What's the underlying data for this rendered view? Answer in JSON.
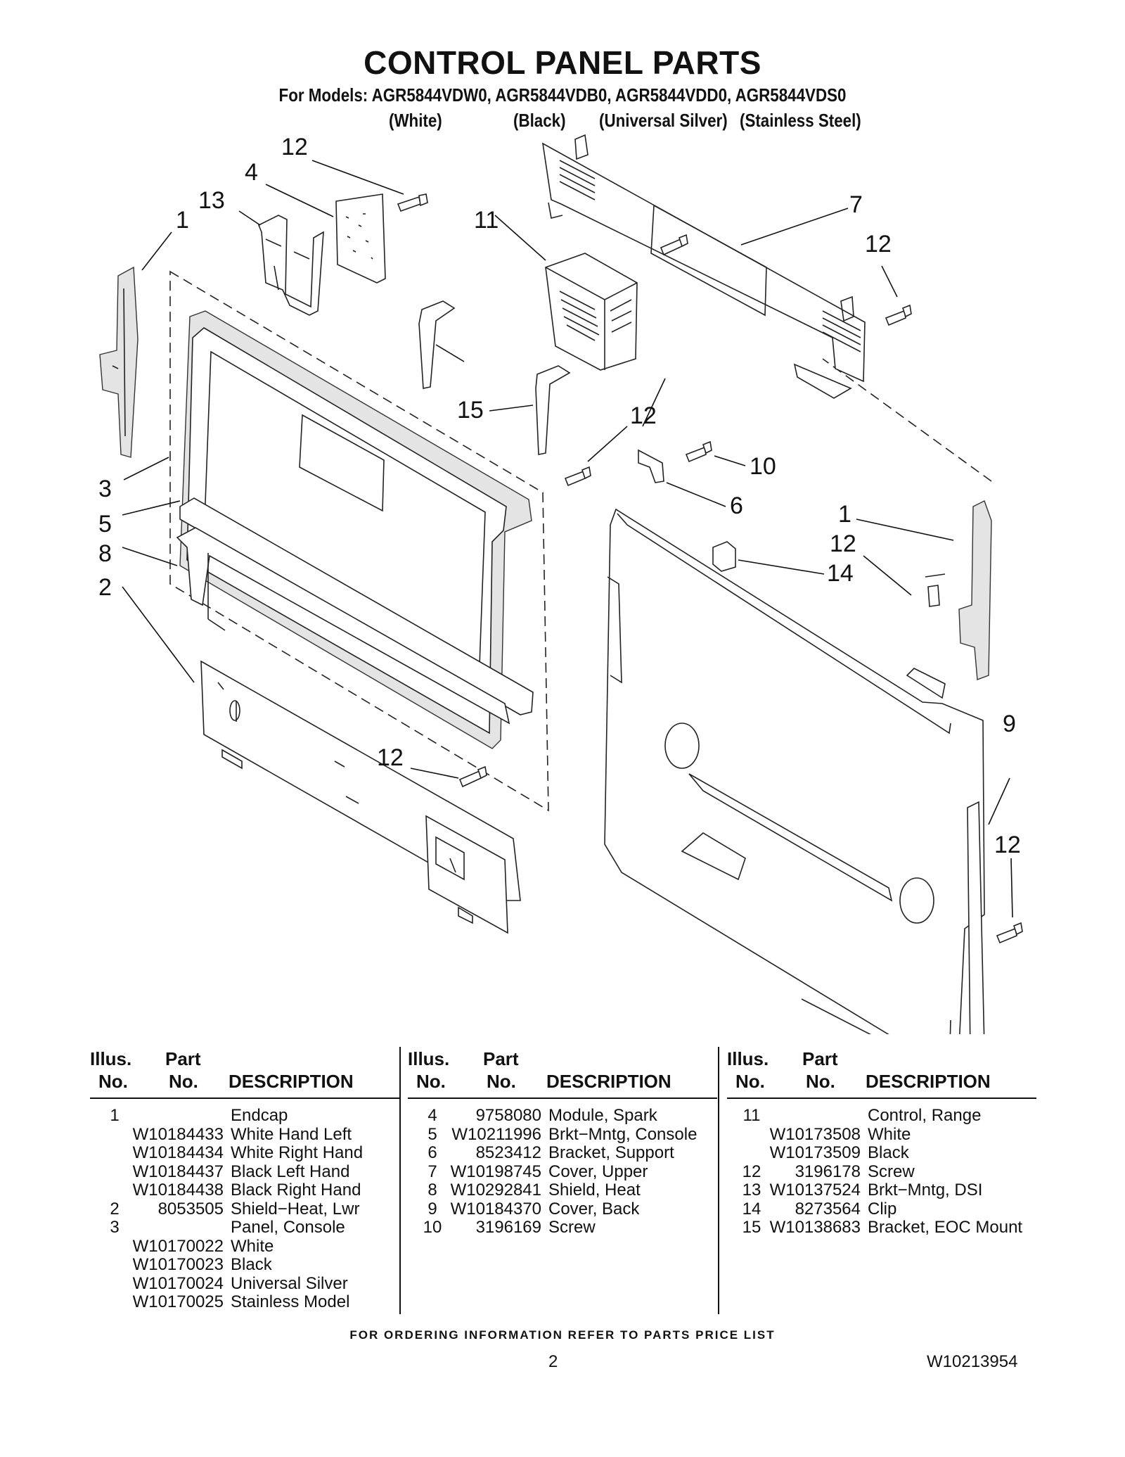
{
  "header": {
    "title": "CONTROL PANEL PARTS",
    "models": "For Models: AGR5844VDW0, AGR5844VDB0, AGR5844VDD0, AGR5844VDS0",
    "colors": [
      "(White)",
      "(Black)",
      "(Universal Silver)",
      "(Stainless Steel)"
    ]
  },
  "diagram": {
    "callouts": [
      "12",
      "4",
      "13",
      "1",
      "11",
      "7",
      "12",
      "3",
      "5",
      "8",
      "2",
      "15",
      "12",
      "10",
      "6",
      "1",
      "12",
      "14",
      "12",
      "9",
      "12"
    ]
  },
  "table": {
    "headers": {
      "illus": "Illus.",
      "no": "No.",
      "part": "Part",
      "part_no": "No.",
      "description": "DESCRIPTION"
    },
    "columns": [
      [
        {
          "illus": "1",
          "part": "",
          "desc": "Endcap"
        },
        {
          "illus": "",
          "part": "W10184433",
          "desc": "White Hand Left"
        },
        {
          "illus": "",
          "part": "W10184434",
          "desc": "White Right Hand"
        },
        {
          "illus": "",
          "part": "W10184437",
          "desc": "Black Left Hand"
        },
        {
          "illus": "",
          "part": "W10184438",
          "desc": "Black Right Hand"
        },
        {
          "illus": "2",
          "part": "8053505",
          "desc": "Shield−Heat, Lwr"
        },
        {
          "illus": "3",
          "part": "",
          "desc": "Panel, Console"
        },
        {
          "illus": "",
          "part": "W10170022",
          "desc": "White"
        },
        {
          "illus": "",
          "part": "W10170023",
          "desc": "Black"
        },
        {
          "illus": "",
          "part": "W10170024",
          "desc": "Universal Silver"
        },
        {
          "illus": "",
          "part": "W10170025",
          "desc": "Stainless Model"
        }
      ],
      [
        {
          "illus": "4",
          "part": "9758080",
          "desc": "Module, Spark"
        },
        {
          "illus": "5",
          "part": "W10211996",
          "desc": "Brkt−Mntg, Console"
        },
        {
          "illus": "6",
          "part": "8523412",
          "desc": "Bracket, Support"
        },
        {
          "illus": "7",
          "part": "W10198745",
          "desc": "Cover, Upper"
        },
        {
          "illus": "8",
          "part": "W10292841",
          "desc": "Shield, Heat"
        },
        {
          "illus": "9",
          "part": "W10184370",
          "desc": "Cover, Back"
        },
        {
          "illus": "10",
          "part": "3196169",
          "desc": "Screw"
        }
      ],
      [
        {
          "illus": "11",
          "part": "",
          "desc": "Control, Range"
        },
        {
          "illus": "",
          "part": "W10173508",
          "desc": "White"
        },
        {
          "illus": "",
          "part": "W10173509",
          "desc": "Black"
        },
        {
          "illus": "12",
          "part": "3196178",
          "desc": "Screw"
        },
        {
          "illus": "13",
          "part": "W10137524",
          "desc": "Brkt−Mntg, DSI"
        },
        {
          "illus": "14",
          "part": "8273564",
          "desc": "Clip"
        },
        {
          "illus": "15",
          "part": "W10138683",
          "desc": "Bracket, EOC Mount"
        }
      ]
    ]
  },
  "footer": {
    "ordering": "FOR ORDERING INFORMATION REFER TO PARTS PRICE LIST",
    "page_number": "2",
    "doc_number": "W10213954"
  }
}
